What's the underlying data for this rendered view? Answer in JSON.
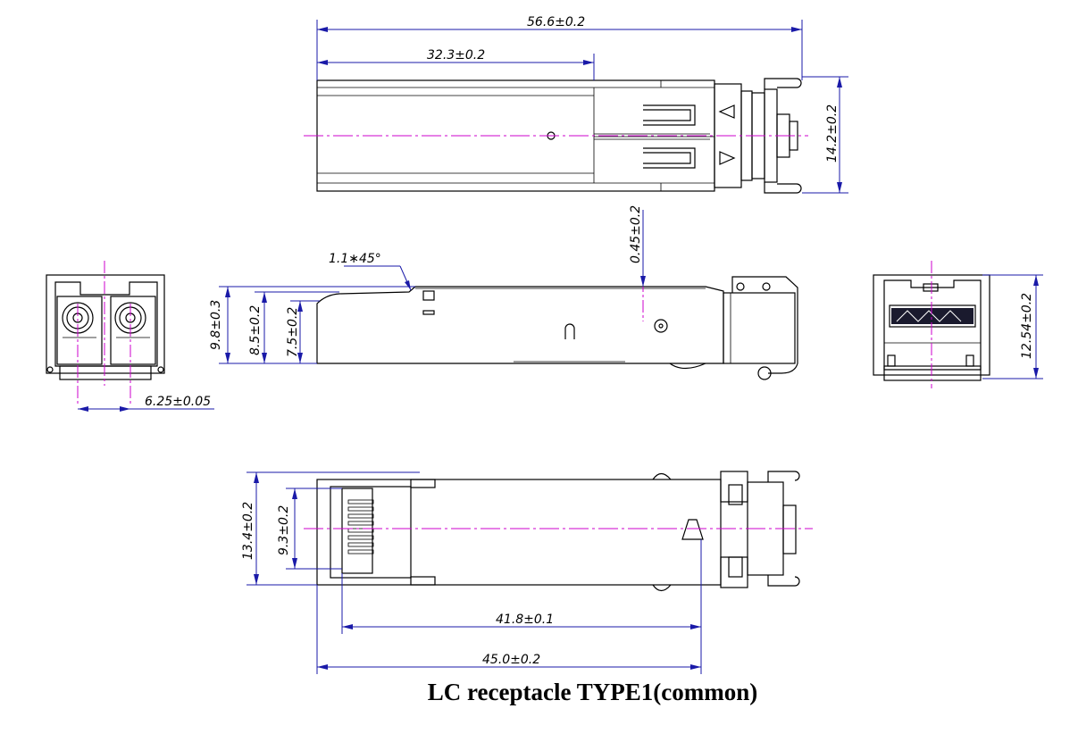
{
  "caption": "LC receptacle TYPE1(common)",
  "dimensions": {
    "overall_length": "56.6±0.2",
    "top_partial_length": "32.3±0.2",
    "top_height": "14.2±0.2",
    "tab_height": "0.45±0.2",
    "chamfer": "1.1∗45°",
    "height_a": "9.8±0.3",
    "height_b": "8.5±0.2",
    "height_c": "7.5±0.2",
    "port_pitch": "6.25±0.05",
    "back_height": "12.54±0.2",
    "bottom_width": "13.4±0.2",
    "bottom_connector": "9.3±0.2",
    "bottom_length_a": "41.8±0.1",
    "bottom_length_b": "45.0±0.2"
  },
  "colors": {
    "outline": "#000000",
    "dimension": "#1a1aa8",
    "centerline": "#cc00cc"
  }
}
